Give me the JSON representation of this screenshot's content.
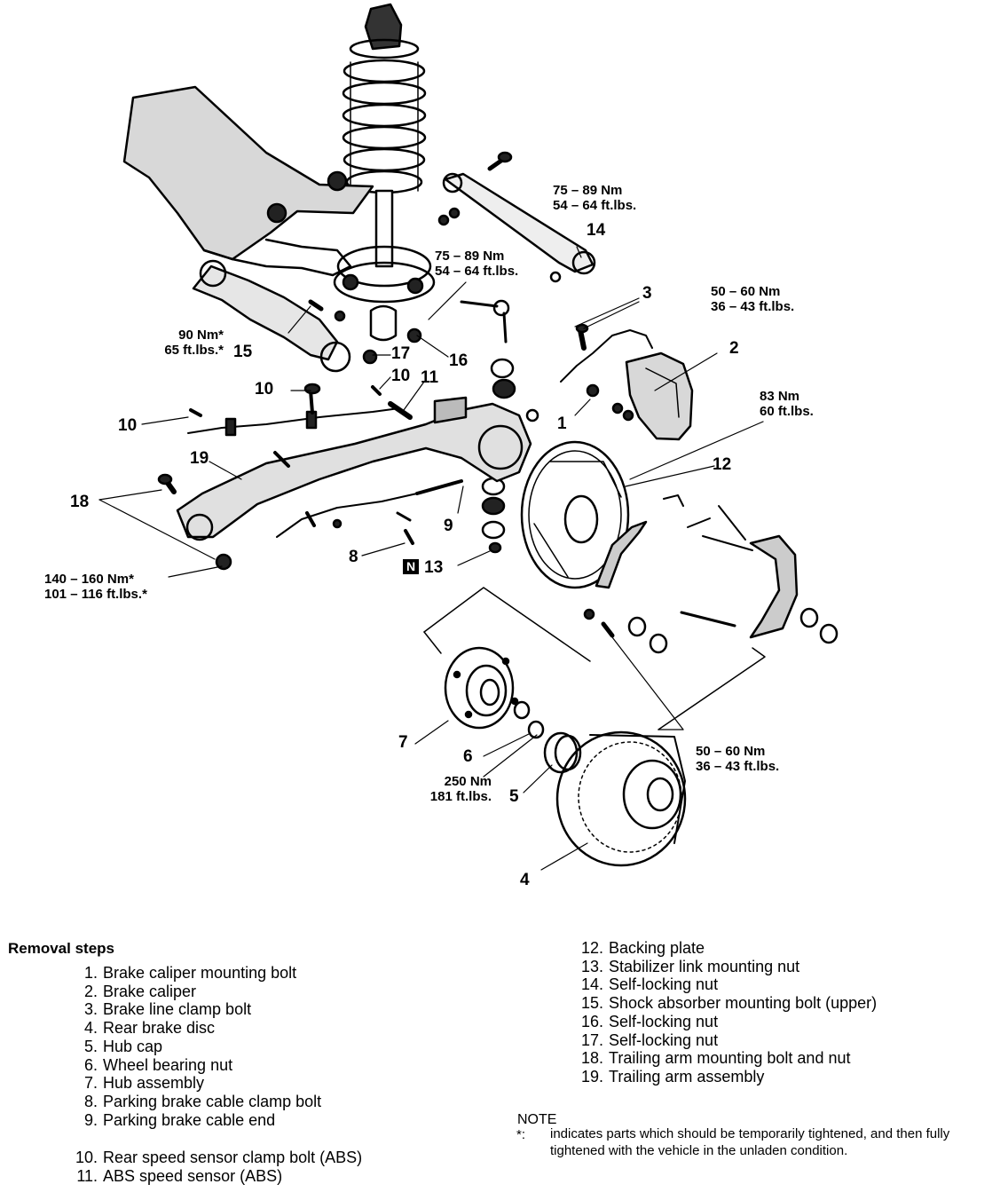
{
  "callouts": {
    "c1": "1",
    "c2": "2",
    "c3": "3",
    "c4": "4",
    "c5": "5",
    "c6": "6",
    "c7": "7",
    "c8": "8",
    "c9": "9",
    "c10a": "10",
    "c10b": "10",
    "c10c": "10",
    "c11": "11",
    "c12": "12",
    "c13": "13",
    "c13_badge": "N",
    "c14": "14",
    "c15": "15",
    "c16": "16",
    "c17": "17",
    "c18": "18",
    "c19": "19"
  },
  "torques": {
    "t14": [
      "75 – 89 Nm",
      "54 – 64 ft.lbs."
    ],
    "t16": [
      "75 – 89 Nm",
      "54 – 64 ft.lbs."
    ],
    "t3": [
      "50 – 60 Nm",
      "36 – 43 ft.lbs."
    ],
    "t12": [
      "83 Nm",
      "60 ft.lbs."
    ],
    "t15": [
      "90 Nm*",
      "65 ft.lbs.*"
    ],
    "t18": [
      "140 – 160 Nm*",
      "101 – 116 ft.lbs.*"
    ],
    "t_hub": [
      "50 – 60 Nm",
      "36 – 43 ft.lbs."
    ],
    "t6": [
      "250 Nm",
      "181 ft.lbs."
    ]
  },
  "removal": {
    "title": "Removal steps",
    "col1": [
      {
        "num": "1.",
        "text": "Brake caliper mounting bolt"
      },
      {
        "num": "2.",
        "text": "Brake caliper"
      },
      {
        "num": "3.",
        "text": "Brake line clamp bolt"
      },
      {
        "num": "4.",
        "text": "Rear brake disc"
      },
      {
        "num": "5.",
        "text": "Hub cap"
      },
      {
        "num": "6.",
        "text": "Wheel bearing nut"
      },
      {
        "num": "7.",
        "text": "Hub assembly"
      },
      {
        "num": "8.",
        "text": "Parking brake cable clamp bolt"
      },
      {
        "num": "9.",
        "text": "Parking brake cable end"
      }
    ],
    "col1b": [
      {
        "num": "10.",
        "text": "Rear speed sensor clamp bolt (ABS)"
      },
      {
        "num": "11.",
        "text": "ABS speed sensor (ABS)"
      }
    ],
    "col2": [
      {
        "num": "12.",
        "text": "Backing plate"
      },
      {
        "num": "13.",
        "text": "Stabilizer link mounting nut"
      },
      {
        "num": "14.",
        "text": "Self-locking nut"
      },
      {
        "num": "15.",
        "text": "Shock absorber mounting bolt (upper)"
      },
      {
        "num": "16.",
        "text": "Self-locking nut"
      },
      {
        "num": "17.",
        "text": "Self-locking nut"
      },
      {
        "num": "18.",
        "text": "Trailing arm mounting bolt and nut"
      },
      {
        "num": "19.",
        "text": "Trailing arm assembly"
      }
    ]
  },
  "note": {
    "title": "NOTE",
    "mark": "*:",
    "text": "indicates parts which should be temporarily tightened, and then fully tightened with the vehicle in the unladen condition."
  }
}
